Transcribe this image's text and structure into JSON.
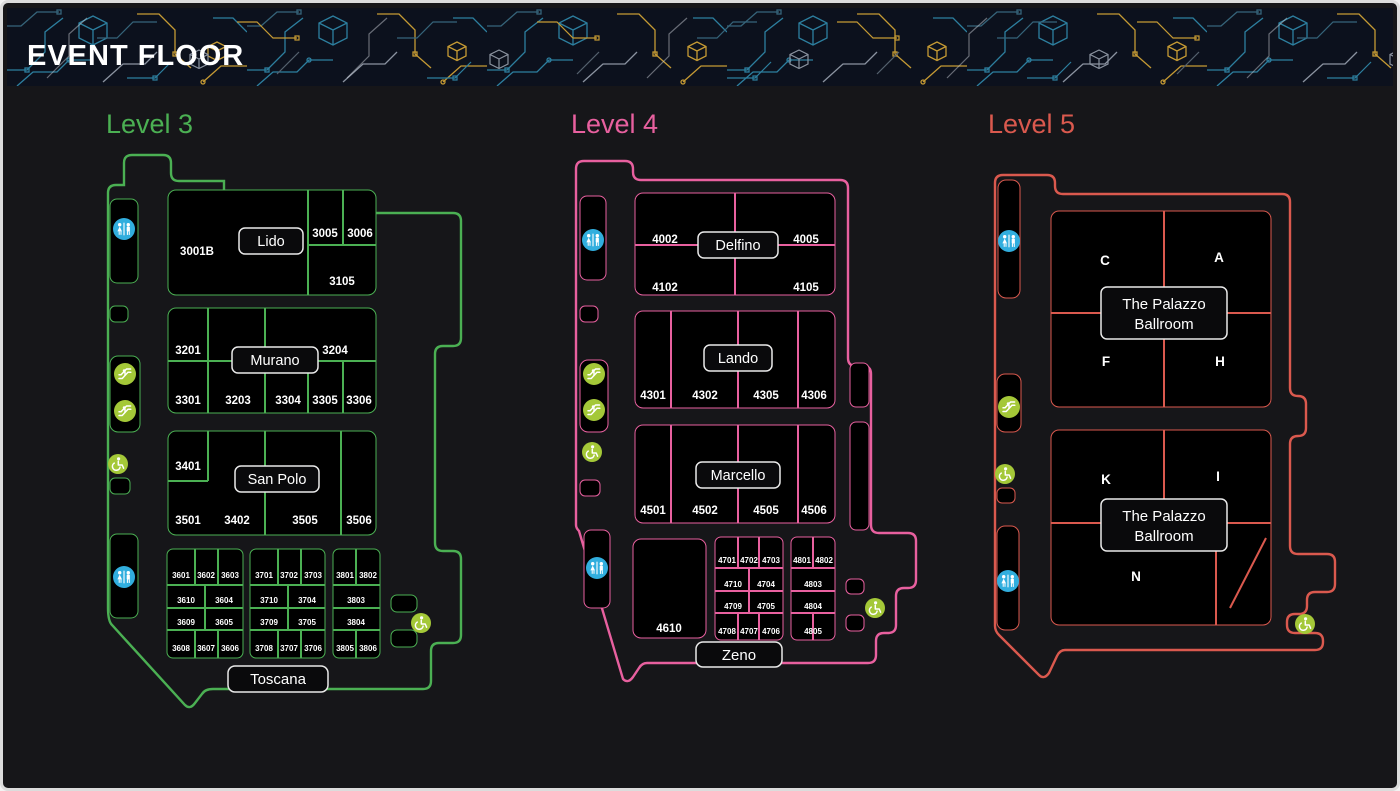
{
  "header": {
    "title": "EVENT FLOOR",
    "bg": "#0c111d",
    "accent_teal": "#2c7f9f",
    "accent_gold": "#c59a33"
  },
  "icons": {
    "restroom": {
      "color": "#31aede",
      "glyph": "two-person-restroom"
    },
    "escalator": {
      "color": "#a4c838",
      "glyph": "escalator-steps"
    },
    "accessibility": {
      "color": "#a4c838",
      "glyph": "wheelchair"
    }
  },
  "level3": {
    "title": "Level 3",
    "accent": "#4bb053",
    "plates": {
      "lido": "Lido",
      "murano": "Murano",
      "sanpolo": "San Polo",
      "toscana": "Toscana"
    },
    "rooms": {
      "3001B": "3001B",
      "3005": "3005",
      "3006": "3006",
      "3105": "3105",
      "3201": "3201",
      "3204": "3204",
      "3301": "3301",
      "3203": "3203",
      "3304": "3304",
      "3305": "3305",
      "3306": "3306",
      "3401": "3401",
      "3501": "3501",
      "3402": "3402",
      "3505": "3505",
      "3506": "3506",
      "3601": "3601",
      "3602": "3602",
      "3603": "3603",
      "3604": "3604",
      "3605": "3605",
      "3606": "3606",
      "3607": "3607",
      "3608": "3608",
      "3609": "3609",
      "3610": "3610",
      "3701": "3701",
      "3702": "3702",
      "3703": "3703",
      "3704": "3704",
      "3705": "3705",
      "3706": "3706",
      "3707": "3707",
      "3708": "3708",
      "3709": "3709",
      "3710": "3710",
      "3801": "3801",
      "3802": "3802",
      "3803": "3803",
      "3804": "3804",
      "3805": "3805",
      "3806": "3806"
    }
  },
  "level4": {
    "title": "Level 4",
    "accent": "#e8609f",
    "plates": {
      "delfino": "Delfino",
      "lando": "Lando",
      "marcello": "Marcello",
      "zeno": "Zeno"
    },
    "rooms": {
      "4002": "4002",
      "4005": "4005",
      "4102": "4102",
      "4105": "4105",
      "4301": "4301",
      "4302": "4302",
      "4305": "4305",
      "4306": "4306",
      "4501": "4501",
      "4502": "4502",
      "4505": "4505",
      "4506": "4506",
      "4610": "4610",
      "4701": "4701",
      "4702": "4702",
      "4703": "4703",
      "4704": "4704",
      "4705": "4705",
      "4706": "4706",
      "4707": "4707",
      "4708": "4708",
      "4709": "4709",
      "4710": "4710",
      "4801": "4801",
      "4802": "4802",
      "4803": "4803",
      "4804": "4804",
      "4805": "4805"
    }
  },
  "level5": {
    "title": "Level 5",
    "accent": "#da594e",
    "plates": {
      "ballroom": [
        "The Palazzo",
        "Ballroom"
      ]
    },
    "rooms": {
      "C": "C",
      "A": "A",
      "F": "F",
      "H": "H",
      "K": "K",
      "I": "I",
      "N": "N"
    }
  }
}
